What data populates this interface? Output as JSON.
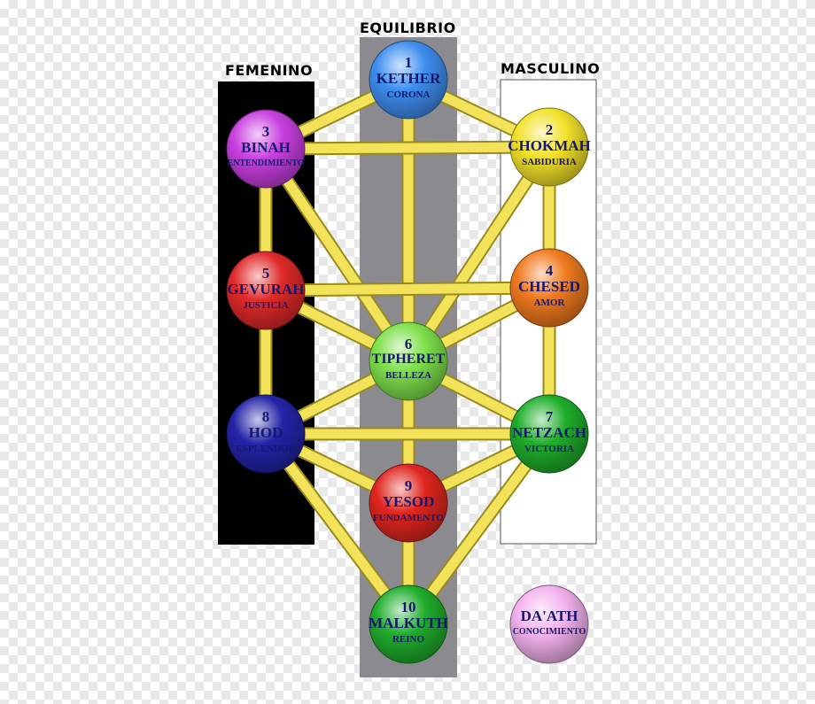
{
  "pillars": {
    "left": "FEMENINO",
    "center": "EQUILIBRIO",
    "right": "MASCULINO"
  },
  "colors": {
    "path": "#f2e35a",
    "left_pillar": "#000000",
    "center_pillar": "#8a8a8f",
    "right_pillar": "#ffffff"
  },
  "sefirot": [
    {
      "id": "kether",
      "number": "1",
      "name": "KETHER",
      "meaning": "CORONA",
      "color": "#3f8ef0"
    },
    {
      "id": "chokmah",
      "number": "2",
      "name": "CHOKMAH",
      "meaning": "SABIDURIA",
      "color": "#f2e22a"
    },
    {
      "id": "binah",
      "number": "3",
      "name": "BINAH",
      "meaning": "ENTENDIMIENTO",
      "color": "#c93fe0"
    },
    {
      "id": "chesed",
      "number": "4",
      "name": "CHESED",
      "meaning": "AMOR",
      "color": "#f07a1e"
    },
    {
      "id": "gevurah",
      "number": "5",
      "name": "GEVURAH",
      "meaning": "JUSTICIA",
      "color": "#e02a2a"
    },
    {
      "id": "tipheret",
      "number": "6",
      "name": "TIPHERET",
      "meaning": "BELLEZA",
      "color": "#7ee04a"
    },
    {
      "id": "netzach",
      "number": "7",
      "name": "NETZACH",
      "meaning": "VICTORIA",
      "color": "#1fae2b"
    },
    {
      "id": "hod",
      "number": "8",
      "name": "HOD",
      "meaning": "ESPLENDOR",
      "color": "#2424a8"
    },
    {
      "id": "yesod",
      "number": "9",
      "name": "YESOD",
      "meaning": "FUNDAMENTO",
      "color": "#e0261e"
    },
    {
      "id": "malkuth",
      "number": "10",
      "name": "MALKUTH",
      "meaning": "REINO",
      "color": "#1fae2b"
    },
    {
      "id": "daath",
      "number": "",
      "name": "DA'ATH",
      "meaning": "CONOCIMIENTO",
      "color": "#f4b2ee"
    }
  ],
  "paths": [
    [
      "kether",
      "chokmah"
    ],
    [
      "kether",
      "binah"
    ],
    [
      "kether",
      "tipheret"
    ],
    [
      "chokmah",
      "binah"
    ],
    [
      "chokmah",
      "chesed"
    ],
    [
      "chokmah",
      "tipheret"
    ],
    [
      "binah",
      "gevurah"
    ],
    [
      "binah",
      "tipheret"
    ],
    [
      "chesed",
      "gevurah"
    ],
    [
      "chesed",
      "tipheret"
    ],
    [
      "chesed",
      "netzach"
    ],
    [
      "gevurah",
      "tipheret"
    ],
    [
      "gevurah",
      "hod"
    ],
    [
      "tipheret",
      "netzach"
    ],
    [
      "tipheret",
      "hod"
    ],
    [
      "tipheret",
      "yesod"
    ],
    [
      "netzach",
      "hod"
    ],
    [
      "netzach",
      "yesod"
    ],
    [
      "netzach",
      "malkuth"
    ],
    [
      "hod",
      "yesod"
    ],
    [
      "hod",
      "malkuth"
    ],
    [
      "yesod",
      "malkuth"
    ]
  ]
}
